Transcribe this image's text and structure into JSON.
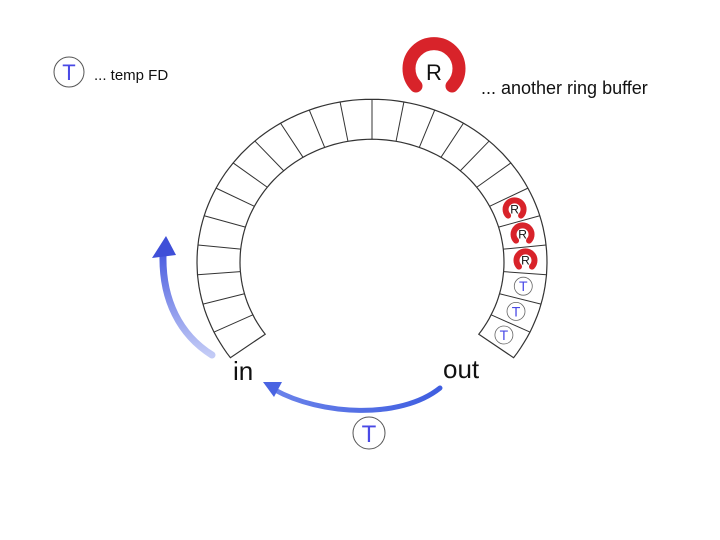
{
  "legend": {
    "temp_fd": {
      "icon": "t-circle-icon",
      "glyph": "T",
      "label": "... temp FD"
    },
    "ring_buffer": {
      "icon": "r-ring-icon",
      "glyph": "R",
      "label": "... another ring buffer"
    }
  },
  "ring": {
    "segment_count": 24,
    "slots": [
      {
        "kind": "ring",
        "glyph": "R"
      },
      {
        "kind": "ring",
        "glyph": "R"
      },
      {
        "kind": "ring",
        "glyph": "R"
      },
      {
        "kind": "temp",
        "glyph": "T"
      },
      {
        "kind": "temp",
        "glyph": "T"
      },
      {
        "kind": "temp",
        "glyph": "T"
      }
    ]
  },
  "labels": {
    "in": "in",
    "out": "out"
  },
  "moving_item": {
    "kind": "temp",
    "glyph": "T"
  },
  "colors": {
    "ring_outline": "#333333",
    "ring_buffer_red": "#d8232a",
    "temp_icon_blue": "#4a4ae6",
    "arrow_blue": "#5a6fe6",
    "arrow_light": "#a7b2f2",
    "text": "#111111"
  }
}
